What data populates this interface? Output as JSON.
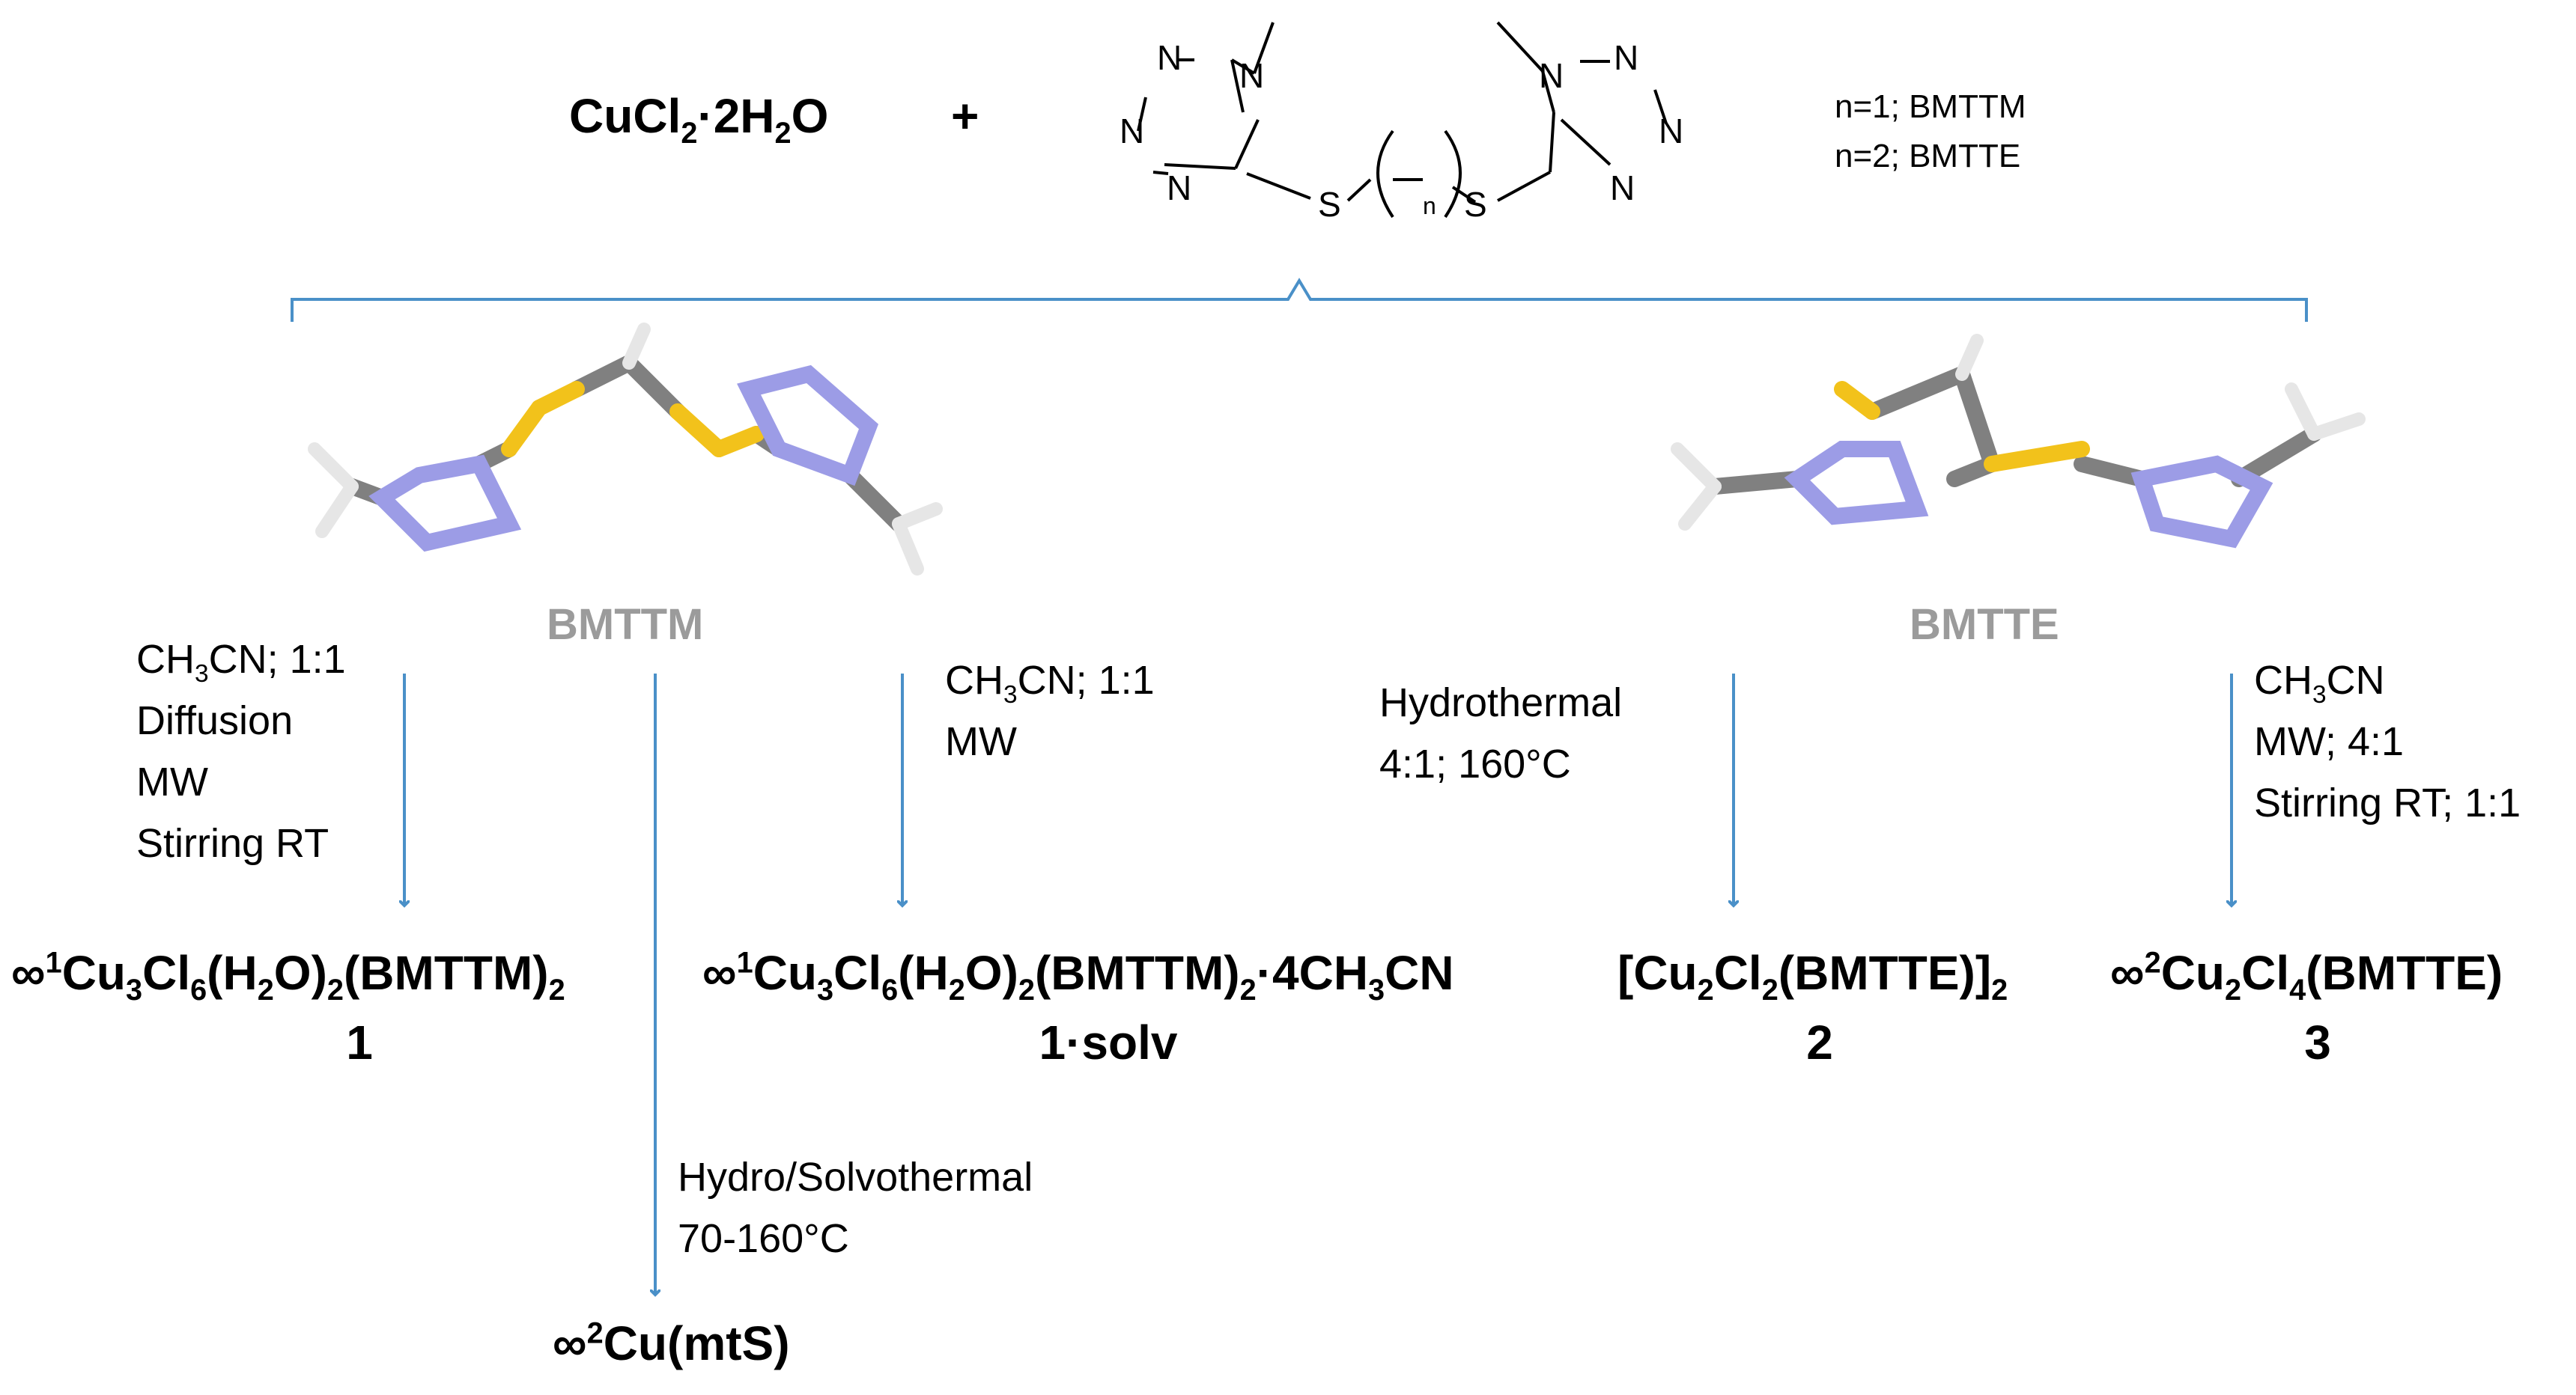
{
  "reaction": {
    "metal_salt": {
      "a": "CuCl",
      "b": "2",
      "c": "·2H",
      "d": "2",
      "e": "O"
    },
    "plus": "+",
    "structure_labels": {
      "N": "N",
      "S": "S",
      "n": "n"
    },
    "ligand_key": [
      "n=1; BMTTM",
      "n=2; BMTTE"
    ]
  },
  "ligands": {
    "bmttm": "BMTTM",
    "bmtte": "BMTTE"
  },
  "conditions": {
    "c1": [
      "Diffusion",
      "MW",
      "Stirring RT"
    ],
    "c1_first": {
      "a": "CH",
      "b": "3",
      "c": "CN; 1:1"
    },
    "c2_first": {
      "a": "CH",
      "b": "3",
      "c": "CN; 1:1"
    },
    "c2": [
      "MW"
    ],
    "c3": [
      "Hydrothermal",
      "4:1; 160°C"
    ],
    "c4": [
      "CH",
      "3",
      "CN",
      "MW; 4:1",
      "Stirring RT; 1:1"
    ],
    "c5": [
      "Hydro/Solvothermal",
      "70-160°C"
    ]
  },
  "products": {
    "p1": {
      "inf": "∞",
      "sup": "1",
      "a": "Cu",
      "s1": "3",
      "b": "Cl",
      "s2": "6",
      "c": "(H",
      "s3": "2",
      "d": "O)",
      "s4": "2",
      "e": "(BMTTM)",
      "s5": "2",
      "label": "1"
    },
    "p1solv": {
      "inf": "∞",
      "sup": "1",
      "a": "Cu",
      "s1": "3",
      "b": "Cl",
      "s2": "6",
      "c": "(H",
      "s3": "2",
      "d": "O)",
      "s4": "2",
      "e": "(BMTTM)",
      "s5": "2",
      "f": "·4CH",
      "s6": "3",
      "g": "CN",
      "label": "1·solv"
    },
    "p2": {
      "a": "[Cu",
      "s1": "2",
      "b": "Cl",
      "s2": "2",
      "c": "(BMTTE)]",
      "s3": "2",
      "label": "2"
    },
    "p3": {
      "inf": "∞",
      "sup": "2",
      "a": "Cu",
      "s1": "2",
      "b": "Cl",
      "s2": "4",
      "c": "(BMTTE)",
      "label": "3"
    },
    "p4": {
      "inf": "∞",
      "sup": "2",
      "a": "Cu(mtS)"
    }
  },
  "colors": {
    "arrow": "#4a90c8",
    "carbon": "#808080",
    "nitrogen": "#9c9ce6",
    "sulfur": "#f2c21b",
    "hydrogen": "#e6e6e6"
  }
}
